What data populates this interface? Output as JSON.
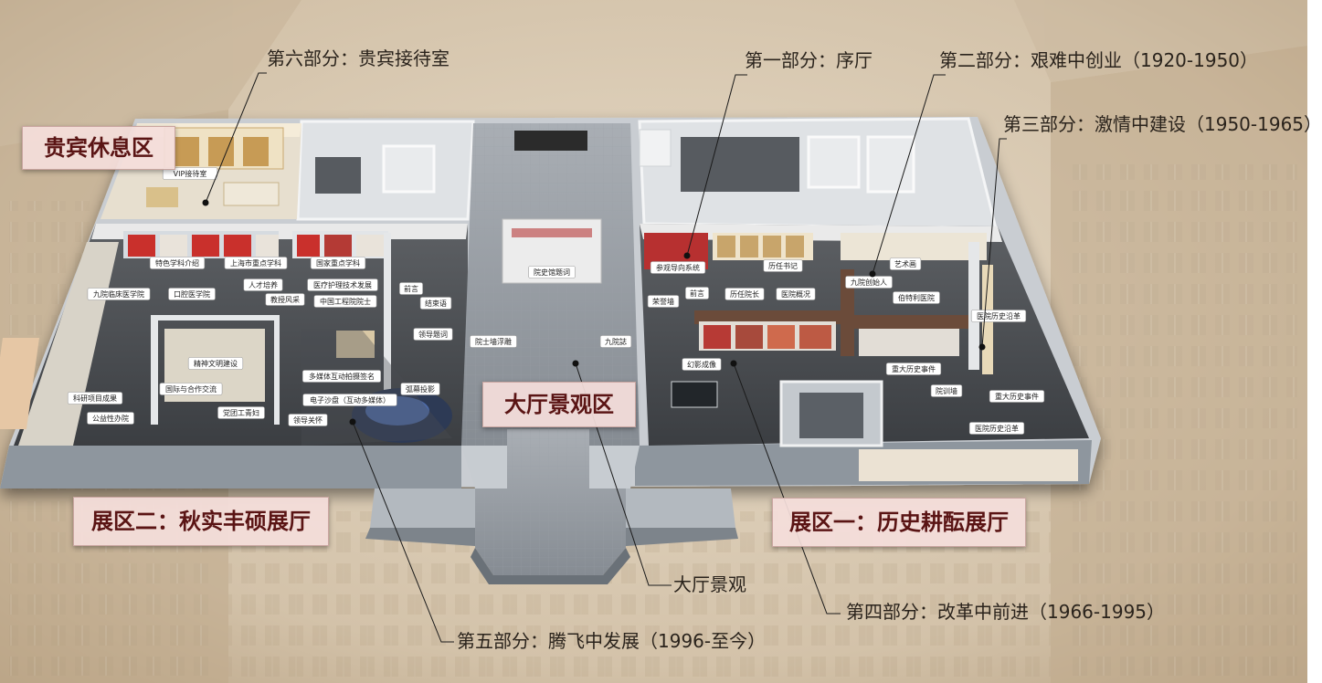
{
  "zones": {
    "vip_lounge": "贵宾休息区",
    "hall": "大厅景观区",
    "exhibit_two": "展区二：秋实丰硕展厅",
    "exhibit_one": "展区一：历史耕酝展厅"
  },
  "callouts": {
    "part6": "第六部分：贵宾接待室",
    "part1": "第一部分：序厅",
    "part2": "第二部分：艰难中创业（1920-1950）",
    "part3": "第三部分：激情中建设（1950-1965）",
    "hall_view": "大厅景观",
    "part4": "第四部分：改革中前进（1966-1995）",
    "part5": "第五部分：腾飞中发展（1996-至今）"
  },
  "room_tags": {
    "vip_room": "VIP接待室",
    "specialty": "特色学科介绍",
    "shanghai_key": "上海市重点学科",
    "national_key": "国家重点学科",
    "clinical": "九院临床医学院",
    "stomatology": "口腔医学院",
    "talent": "人才培养",
    "nursing": "医疗护理技术发展",
    "professor": "教授风采",
    "academician": "中国工程院院士",
    "preface_left": "前言",
    "closing": "结束语",
    "leader_inscription": "领导题词",
    "spirit": "精神文明建设",
    "research": "科研项目成果",
    "international": "国际与合作交流",
    "multimedia_sign": "多媒体互动拍摄签名",
    "party_youth": "党团工青妇",
    "sandtable": "电子沙盘（互动多媒体）",
    "arc_projection": "弧幕投影",
    "public_welfare": "公益性办院",
    "leader_care": "领导关怀",
    "museum_inscription": "院史馆题词",
    "academician_relief": "院士墙浮雕",
    "hospital_annals": "九院誌",
    "guide_system": "参观导向系统",
    "party_secretaries": "历任书记",
    "art_painting": "艺术画",
    "honor_wall": "荣誉墙",
    "preface_right": "前言",
    "presidents": "历任院长",
    "overview": "医院概况",
    "founder": "九院创始人",
    "berry_hospital": "伯特利医院",
    "history_1": "医院历史沿革",
    "phantom": "幻影成像",
    "major_events_1": "重大历史事件",
    "motto_wall": "院训墙",
    "major_events_2": "重大历史事件",
    "history_2": "医院历史沿革"
  }
}
